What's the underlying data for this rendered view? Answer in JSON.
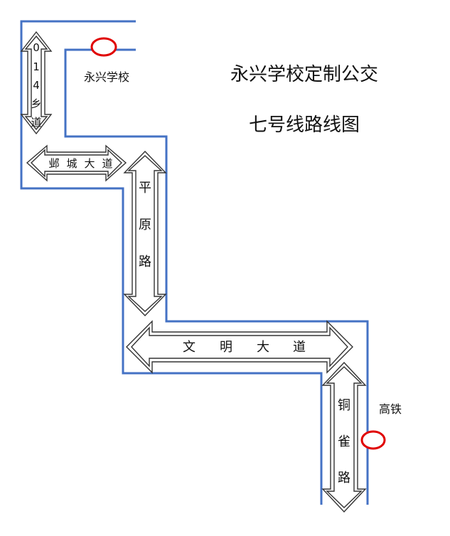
{
  "title": {
    "line1": "永兴学校定制公交",
    "line2": "七号线路线图"
  },
  "stops": {
    "start": "永兴学校",
    "end": "高铁"
  },
  "roads": {
    "r014": [
      "0",
      "1",
      "4",
      "乡",
      "道"
    ],
    "yecheng": [
      "邺",
      "城",
      "大",
      "道"
    ],
    "pingyuan": [
      "平",
      "原",
      "路"
    ],
    "wenming": [
      "文",
      "明",
      "大",
      "道"
    ],
    "tongque": [
      "铜",
      "雀",
      "路"
    ]
  },
  "colors": {
    "route_line": "#4472C4",
    "stop_marker": "#E00000",
    "arrow_outline": "#333333"
  }
}
